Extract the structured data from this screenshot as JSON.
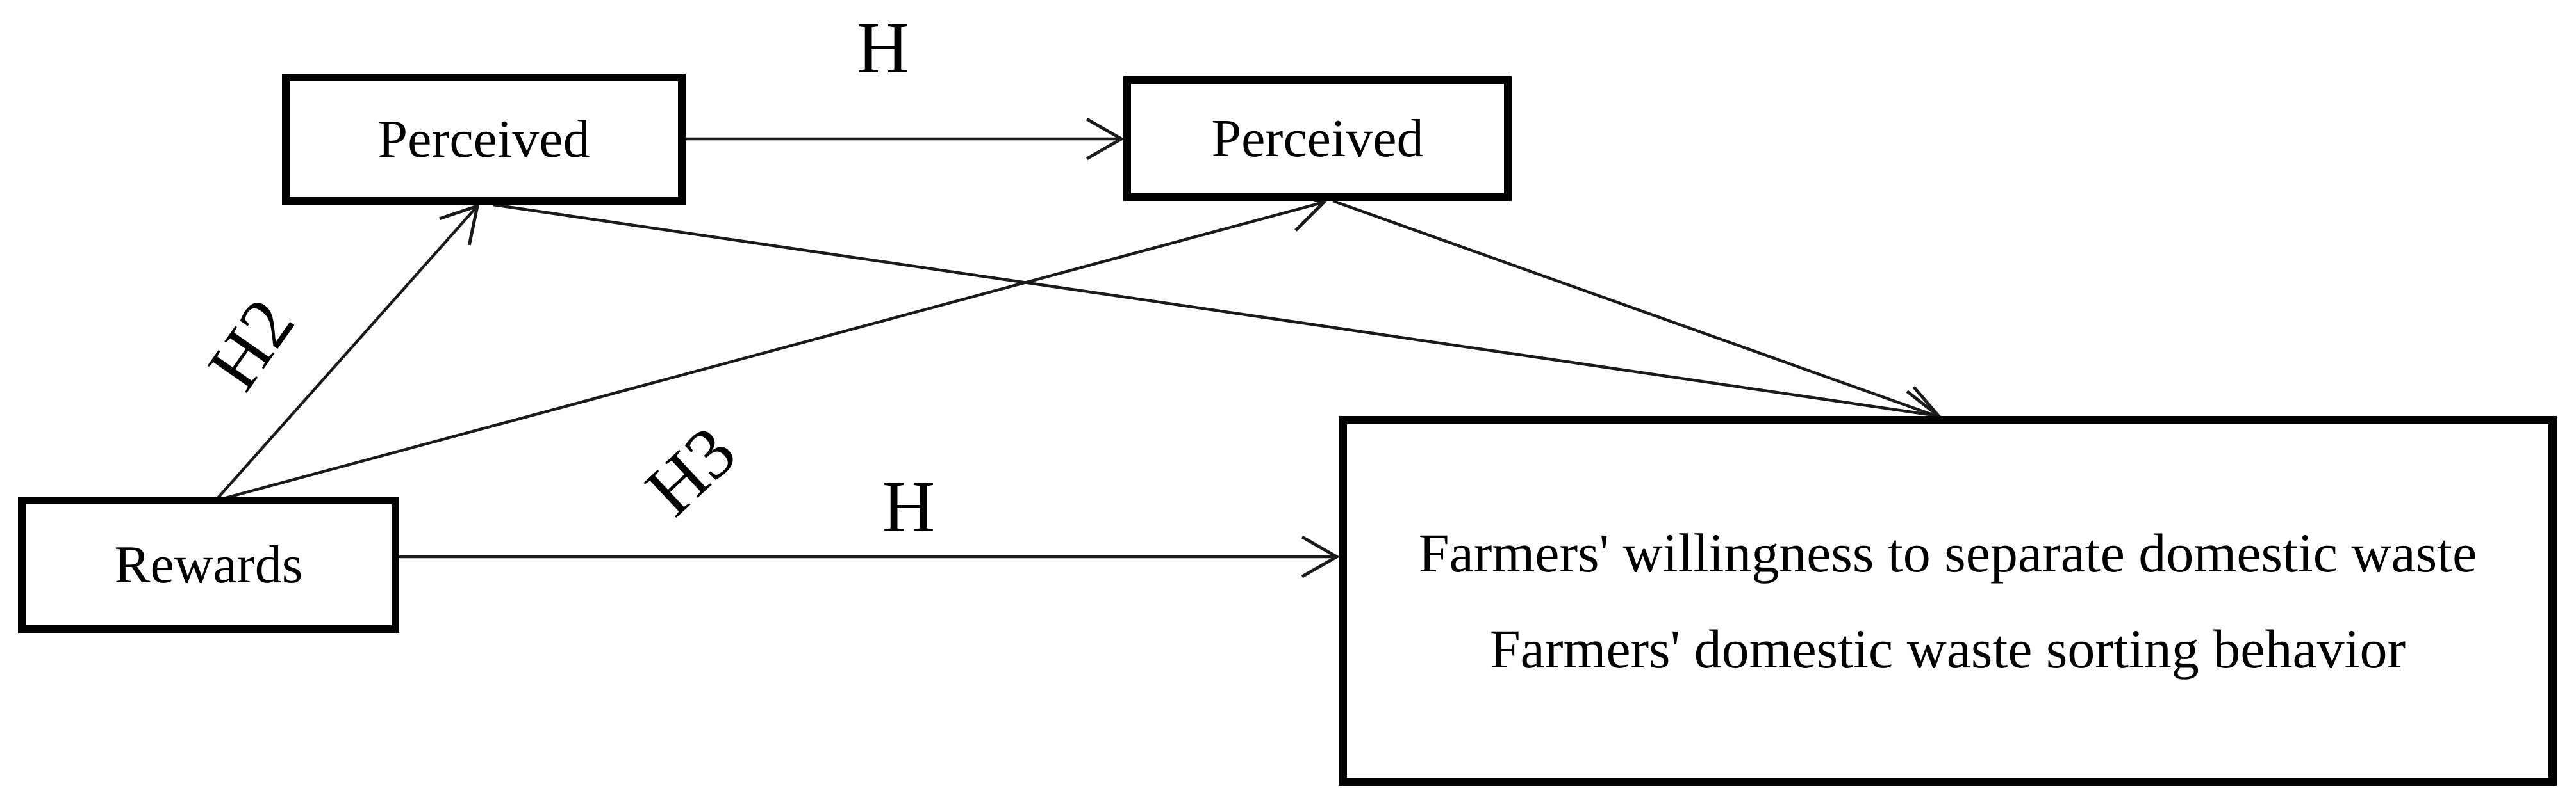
{
  "diagram": {
    "background_color": "#ffffff",
    "stroke_color": "#000000",
    "nodes": {
      "perceived_left": {
        "label": "Perceived"
      },
      "perceived_right": {
        "label": "Perceived"
      },
      "rewards": {
        "label": "Rewards"
      },
      "outcome": {
        "line1": "Farmers' willingness to separate domestic waste",
        "line2": "Farmers' domestic waste sorting behavior"
      }
    },
    "edges": [
      {
        "id": "perceived-left-to-perceived-right",
        "label": "H"
      },
      {
        "id": "rewards-to-perceived-left",
        "label": "H2"
      },
      {
        "id": "rewards-to-perceived-right",
        "label": "H3"
      },
      {
        "id": "perceived-left-to-outcome",
        "label": ""
      },
      {
        "id": "perceived-right-to-outcome",
        "label": ""
      },
      {
        "id": "rewards-to-outcome",
        "label": "H"
      }
    ]
  }
}
